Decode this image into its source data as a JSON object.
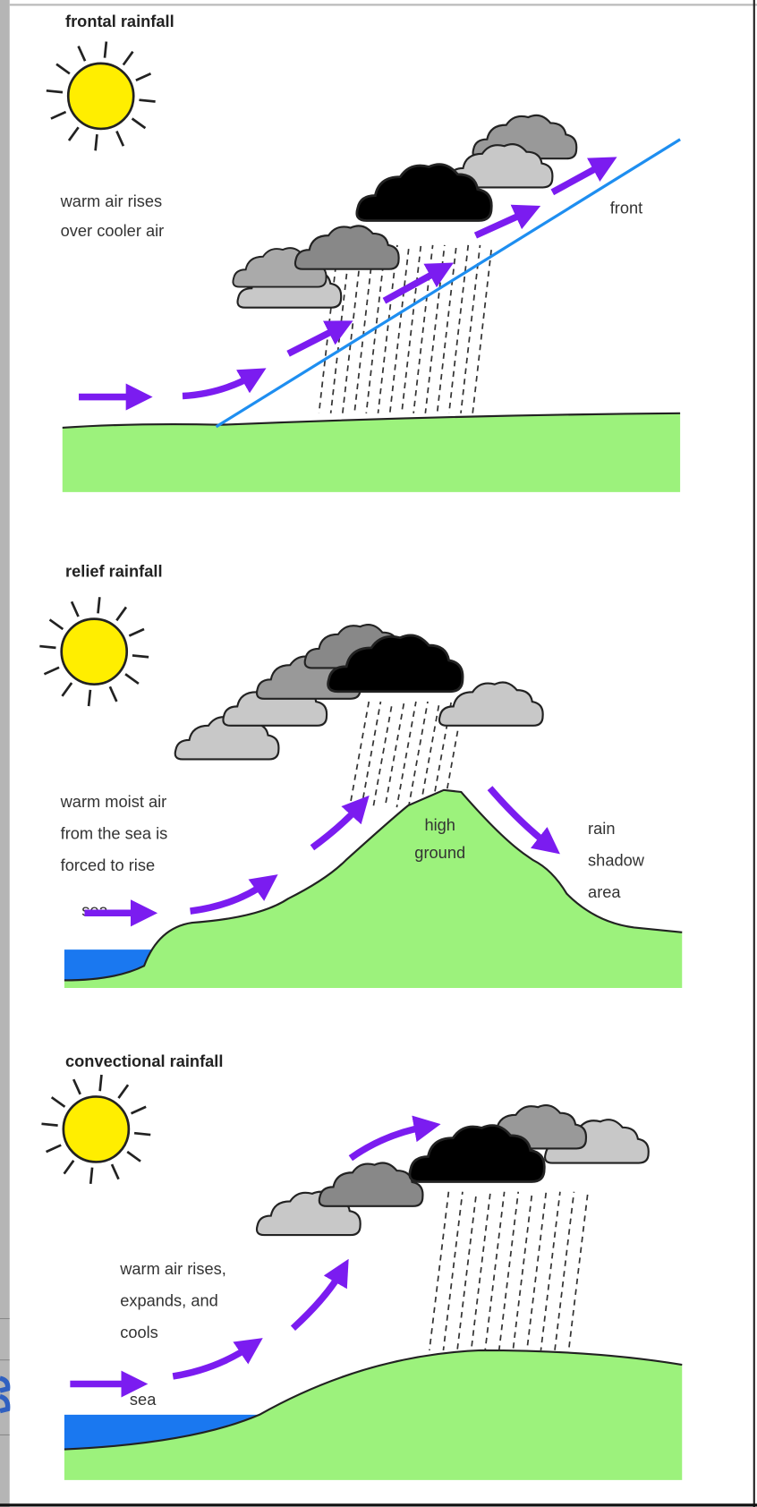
{
  "panels": [
    {
      "title": "frontal rainfall",
      "caption": [
        "warm air rises",
        "over cooler air"
      ],
      "front_label": "front"
    },
    {
      "title": "relief rainfall",
      "caption": [
        "warm moist air",
        "from the sea is",
        "forced to rise"
      ],
      "sea_label": "sea",
      "high_ground_label": [
        "high",
        "ground"
      ],
      "rain_shadow_label": [
        "rain",
        "shadow",
        "area"
      ]
    },
    {
      "title": "convectional rainfall",
      "caption": [
        "warm air rises,",
        "expands, and",
        "cools"
      ],
      "sea_label": "sea"
    }
  ],
  "colors": {
    "arrow": "#7b1cf0",
    "ground": "#9cf27c",
    "sea": "#1a78f0",
    "front": "#1e8ef0",
    "sun": "#ffee00"
  }
}
